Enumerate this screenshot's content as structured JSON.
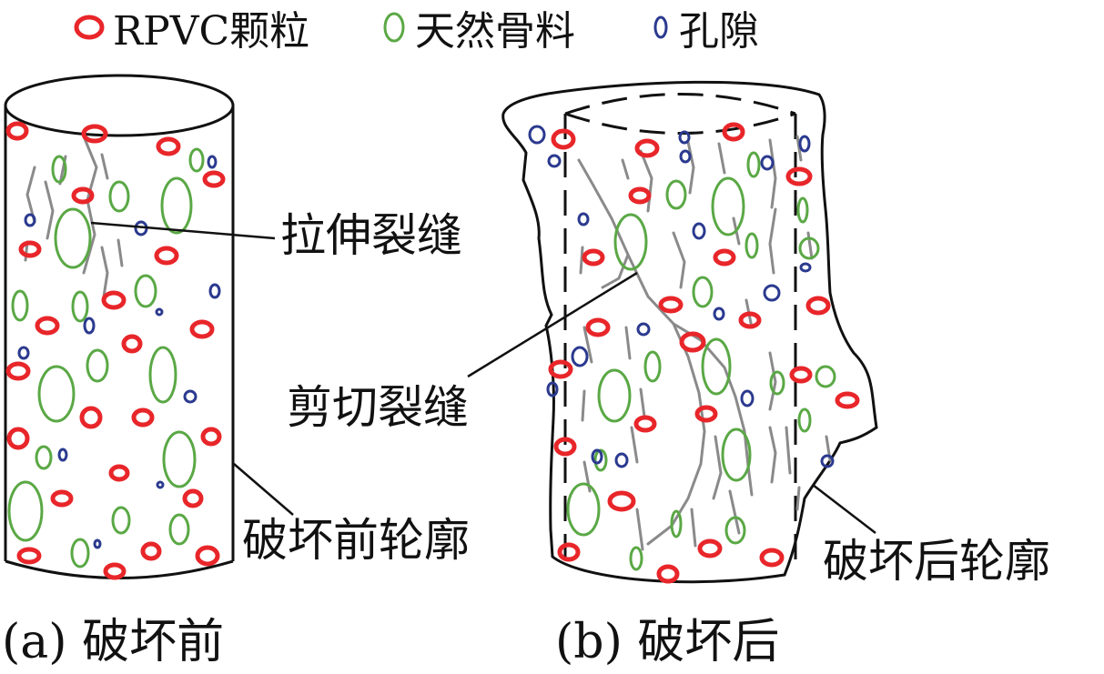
{
  "legend": {
    "items": [
      {
        "label": "RPVC颗粒",
        "color": "#e8262a",
        "icon": "red-ellipse-icon"
      },
      {
        "label": "天然骨料",
        "color": "#5aa845",
        "icon": "green-ellipse-icon"
      },
      {
        "label": "孔隙",
        "color": "#2b3a8f",
        "icon": "blue-ellipse-icon"
      }
    ]
  },
  "labels": {
    "tensile_crack": "拉伸裂缝",
    "shear_crack": "剪切裂缝",
    "outline_before": "破坏前轮廓",
    "outline_after": "破坏后轮廓"
  },
  "captions": {
    "before": "(a) 破坏前",
    "after": "(b) 破坏后"
  },
  "colors": {
    "rpvc": "#e8262a",
    "aggregate": "#5aa845",
    "pore": "#2b3a8f",
    "crack": "#8a8a8a",
    "outline": "#111111"
  }
}
